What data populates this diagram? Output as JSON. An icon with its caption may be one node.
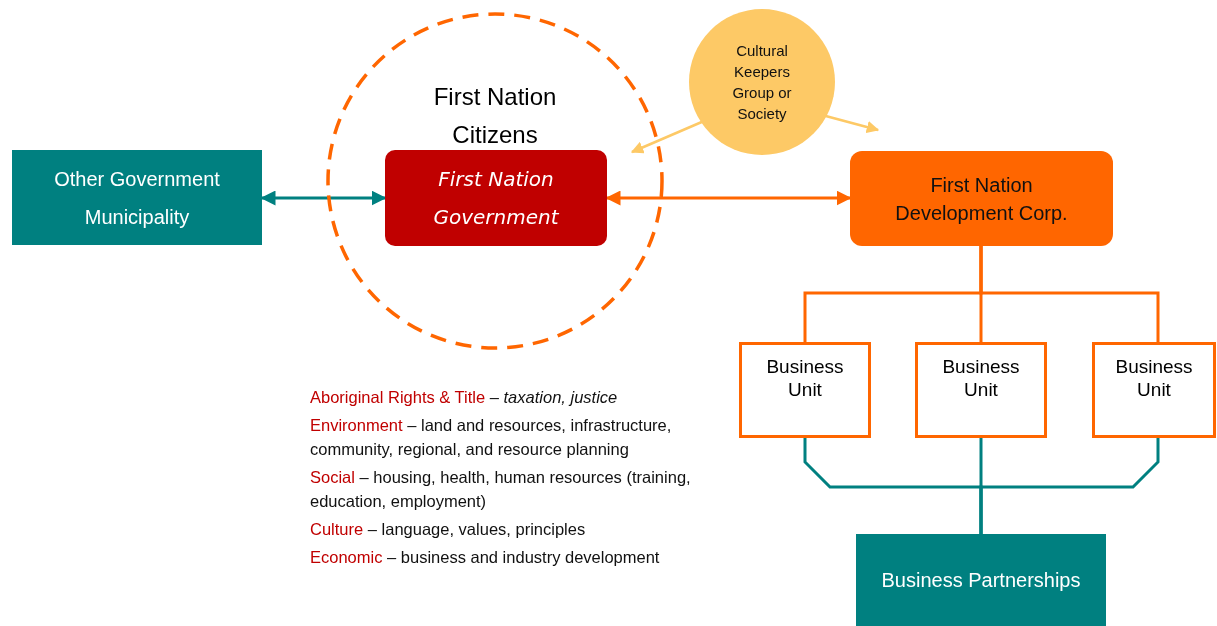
{
  "diagram": {
    "nodes": [
      {
        "text": [
          "Other Government Municipality"
        ]
      },
      {
        "text": [
          "First Nation Citizens"
        ]
      },
      {
        "text": [
          "First Nation Government"
        ],
        "in": 1
      },
      {
        "text": [
          "Cultural Keepers Group or Society"
        ]
      },
      {
        "text": [
          "First Nation Development Corp."
        ]
      },
      {
        "text": [
          "Business Unit"
        ]
      },
      {
        "text": [
          "Business Unit"
        ]
      },
      {
        "text": [
          "Business Unit"
        ]
      },
      {
        "text": [
          "Business Partnerships"
        ]
      }
    ],
    "edges": [
      {
        "from": 0,
        "to": 2,
        "arrow": "both",
        "color": "#008080"
      },
      {
        "from": 2,
        "to": 4,
        "arrow": "both",
        "color": "#ff6600"
      },
      {
        "from": 3,
        "to": 1,
        "arrow": "to",
        "color": "#fdc966"
      },
      {
        "from": 3,
        "to": 4,
        "arrow": "to",
        "color": "#fdc966"
      },
      {
        "from": 4,
        "to": 5,
        "arrow": "none",
        "color": "#ff6600"
      },
      {
        "from": 4,
        "to": 6,
        "arrow": "none",
        "color": "#ff6600"
      },
      {
        "from": 4,
        "to": 7,
        "arrow": "none",
        "color": "#ff6600"
      },
      {
        "from": 5,
        "to": 8,
        "arrow": "none",
        "color": "#008080"
      },
      {
        "from": 6,
        "to": 8,
        "arrow": "none",
        "color": "#008080"
      },
      {
        "from": 7,
        "to": 8,
        "arrow": "none",
        "color": "#008080"
      }
    ],
    "labels": [
      "**Aboriginal Rights & Title** – *taxation, justice*",
      "**Environment** – land and resources, infrastructure, community, regional, and resource planning",
      "**Social** – housing, health, human resources (training, education, employment)",
      "**Culture** – language, values, principles",
      "**Economic** – business and industry development"
    ]
  }
}
